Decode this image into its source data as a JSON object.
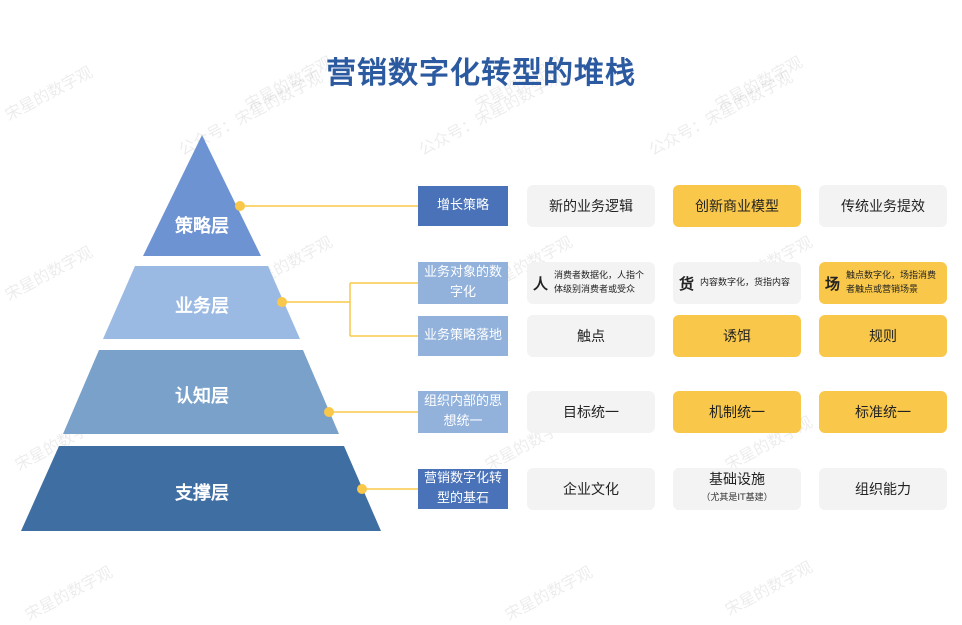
{
  "title": "营销数字化转型的堆栈",
  "watermark": "宋星的数字观",
  "watermark_alt": "公众号：宋星的数字观",
  "colors": {
    "title": "#2c5aa0",
    "layer1": "#6e93d3",
    "layer2": "#9ab9e3",
    "layer3": "#7aa1c9",
    "layer4": "#3f6ea3",
    "connector": "#f9c84a",
    "blue_box": "#4a72b8",
    "blue_box_light": "#92b2dc",
    "card_gray": "#f3f3f3",
    "card_yellow": "#f9c84a"
  },
  "layers": [
    {
      "label": "策略层"
    },
    {
      "label": "业务层"
    },
    {
      "label": "认知层"
    },
    {
      "label": "支撑层"
    }
  ],
  "rows": [
    {
      "box": "增长策略",
      "cards": [
        {
          "text": "新的业务逻辑",
          "style": "gray"
        },
        {
          "text": "创新商业模型",
          "style": "yellow"
        },
        {
          "text": "传统业务提效",
          "style": "gray"
        }
      ]
    },
    {
      "box": "业务对象的数字化",
      "cards": [
        {
          "big": "人",
          "text": "消费者数据化，人指个体级别消费者或受众",
          "style": "gray"
        },
        {
          "big": "货",
          "text": "内容数字化，货指内容",
          "style": "gray"
        },
        {
          "big": "场",
          "text": "触点数字化，场指消费者触点或营销场景",
          "style": "yellow"
        }
      ]
    },
    {
      "box": "业务策略落地",
      "cards": [
        {
          "text": "触点",
          "style": "gray"
        },
        {
          "text": "诱饵",
          "style": "yellow"
        },
        {
          "text": "规则",
          "style": "yellow"
        }
      ]
    },
    {
      "box": "组织内部的思想统一",
      "cards": [
        {
          "text": "目标统一",
          "style": "gray"
        },
        {
          "text": "机制统一",
          "style": "yellow"
        },
        {
          "text": "标准统一",
          "style": "yellow"
        }
      ]
    },
    {
      "box": "营销数字化转型的基石",
      "cards": [
        {
          "text": "企业文化",
          "style": "gray"
        },
        {
          "text": "基础设施",
          "sub": "（尤其是IT基建）",
          "style": "gray"
        },
        {
          "text": "组织能力",
          "style": "gray"
        }
      ]
    }
  ]
}
